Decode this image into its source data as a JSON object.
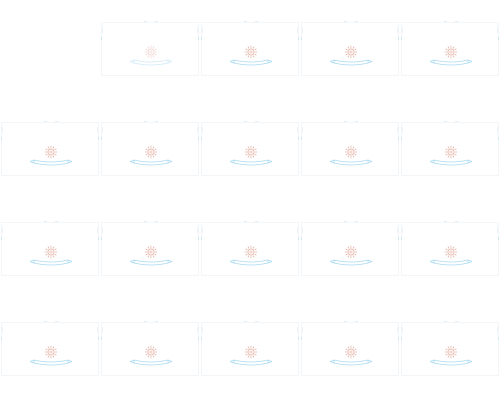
{
  "colors": {
    "seal_ring": "#e2b3a8",
    "seal_center": "#f4d6cf",
    "ribbon": "#a9d9f2",
    "card_border": "#f3f6f9",
    "tick": "#e3eef5"
  },
  "icons": {
    "seal": "sun-seal-icon",
    "ribbon": "ribbon-banner-icon"
  },
  "grid": {
    "rows": 4,
    "columns": 5,
    "hidden_cells": [
      0
    ]
  }
}
